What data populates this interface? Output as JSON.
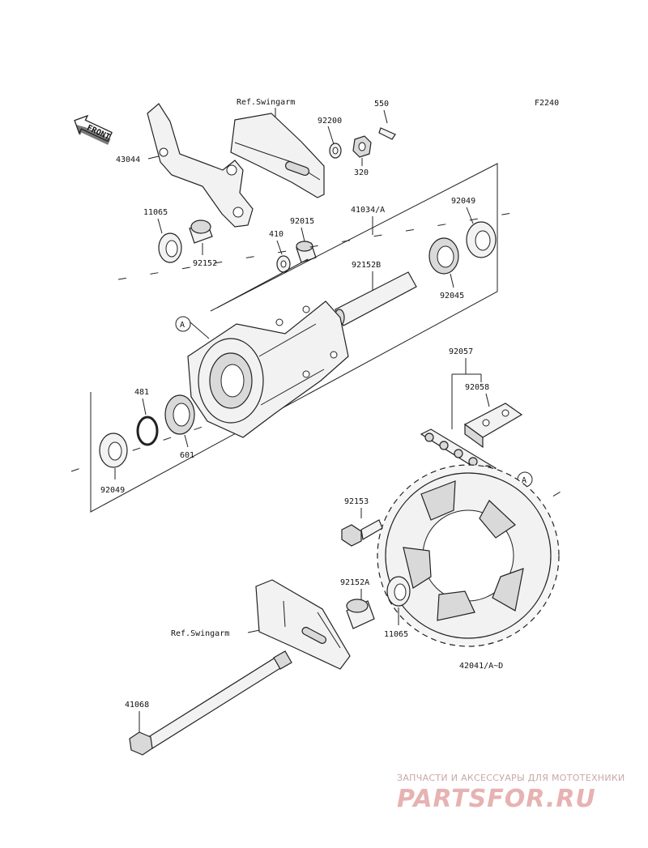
{
  "diagram": {
    "code": "F2240",
    "front_label": "FRONT",
    "ref_labels": [
      "Ref.Swingarm",
      "Ref.Swingarm"
    ],
    "callout_letter": "A",
    "parts": {
      "p550": "550",
      "p92200": "92200",
      "p320": "320",
      "p43044": "43044",
      "p11065_top": "11065",
      "p92152": "92152",
      "p92015": "92015",
      "p410": "410",
      "p41034": "41034/A",
      "p92049_top": "92049",
      "p92152b": "92152B",
      "p92045": "92045",
      "p92057": "92057",
      "p92058": "92058",
      "p481": "481",
      "p601": "601",
      "p92049_bottom": "92049",
      "p92153": "92153",
      "p92152a": "92152A",
      "p11065_bottom": "11065",
      "p42041": "42041/A~D",
      "p41068": "41068"
    }
  },
  "watermark": {
    "tagline": "ЗАПЧАСТИ И АКСЕССУАРЫ ДЛЯ МОТОТЕХНИКИ",
    "brand": "PARTSFOR.RU"
  }
}
